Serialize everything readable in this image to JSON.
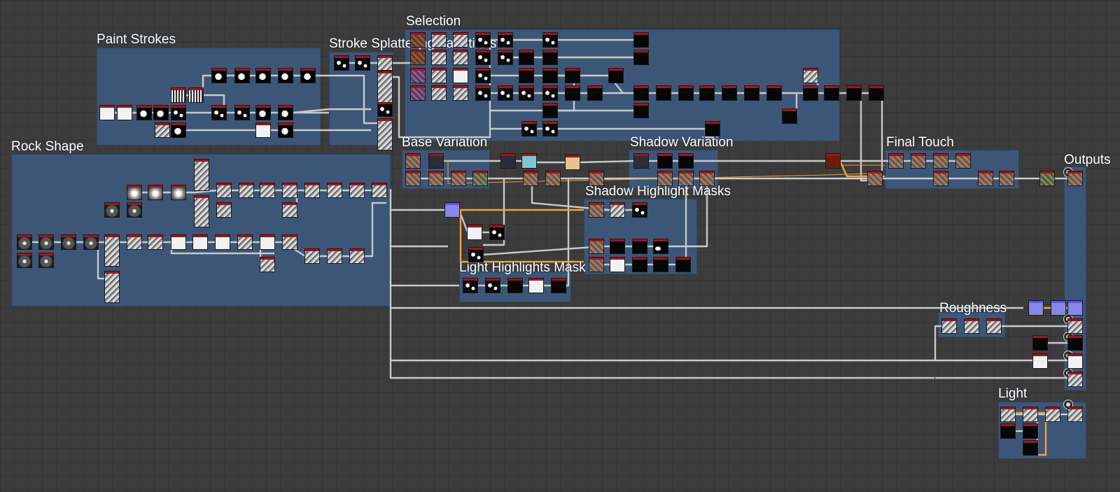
{
  "frames": [
    {
      "id": "paint-strokes",
      "title": "Paint Strokes"
    },
    {
      "id": "stroke-splattering",
      "title": "Stroke Splattering Variations"
    },
    {
      "id": "selection",
      "title": "Selection"
    },
    {
      "id": "rock-shape",
      "title": "Rock Shape"
    },
    {
      "id": "base-variation",
      "title": "Base Variation"
    },
    {
      "id": "shadow-variation",
      "title": "Shadow Variation"
    },
    {
      "id": "final-touch",
      "title": "Final Touch"
    },
    {
      "id": "outputs",
      "title": "Outputs"
    },
    {
      "id": "shadow-highlight-masks",
      "title": "Shadow Highlight Masks"
    },
    {
      "id": "light-highlights-mask",
      "title": "Light Highlights Mask"
    },
    {
      "id": "roughness",
      "title": "Roughness"
    },
    {
      "id": "light",
      "title": "Light"
    }
  ],
  "colors": {
    "frame": "#3b5677",
    "link": "#c9c9c9",
    "link_highlight": "#f0a23a",
    "node_header": "#a3141b",
    "grid_background": "#3c3c3c"
  },
  "icons": {
    "output_port": "output-port-icon"
  }
}
